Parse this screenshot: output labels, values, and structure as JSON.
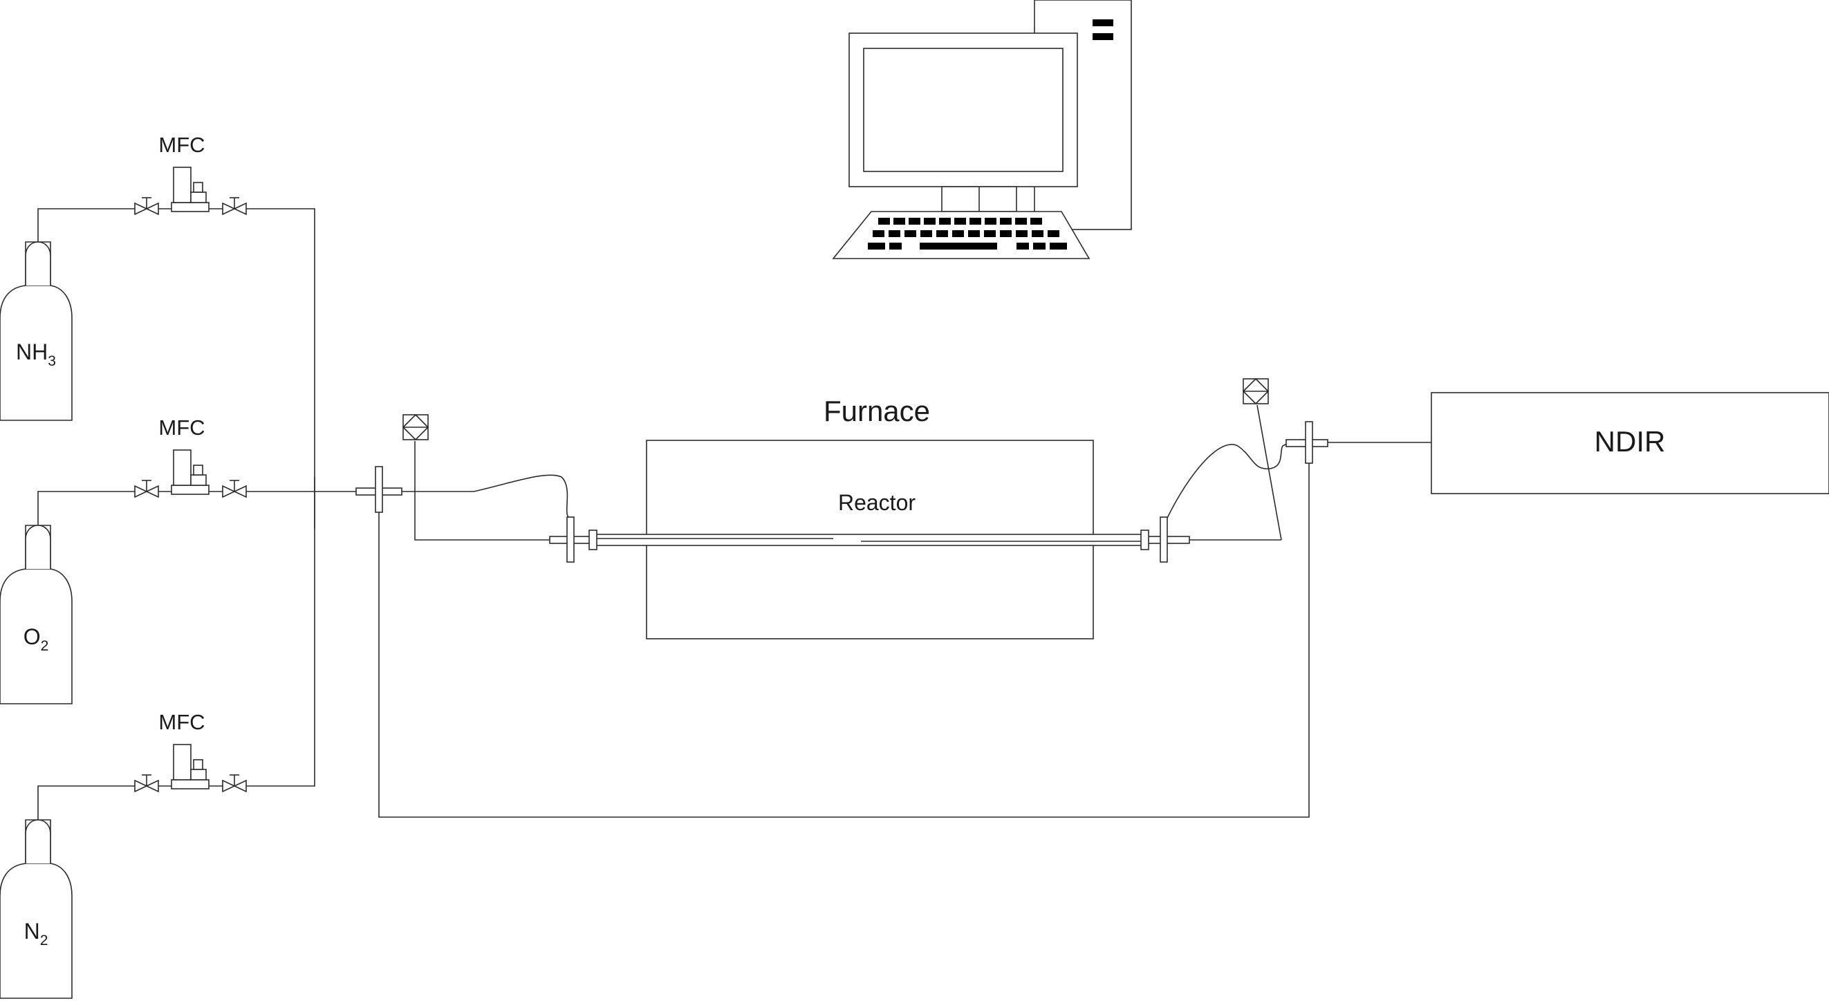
{
  "cylinders": [
    {
      "formula": "NH",
      "subscript": "3"
    },
    {
      "formula": "O",
      "subscript": "2"
    },
    {
      "formula": "N",
      "subscript": "2"
    }
  ],
  "mfc_labels": [
    "MFC",
    "MFC",
    "MFC"
  ],
  "furnace": {
    "label": "Furnace",
    "reactor_label": "Reactor"
  },
  "analyzer": {
    "label": "NDIR"
  },
  "icons": {
    "computer": "computer-icon",
    "monitor": "monitor-icon",
    "keyboard": "keyboard-icon",
    "cylinder": "gas-cylinder-icon",
    "valve": "valve-icon",
    "mfc": "mass-flow-controller-icon",
    "cross": "cross-fitting-icon",
    "sensor": "thermocouple-sensor-icon"
  }
}
